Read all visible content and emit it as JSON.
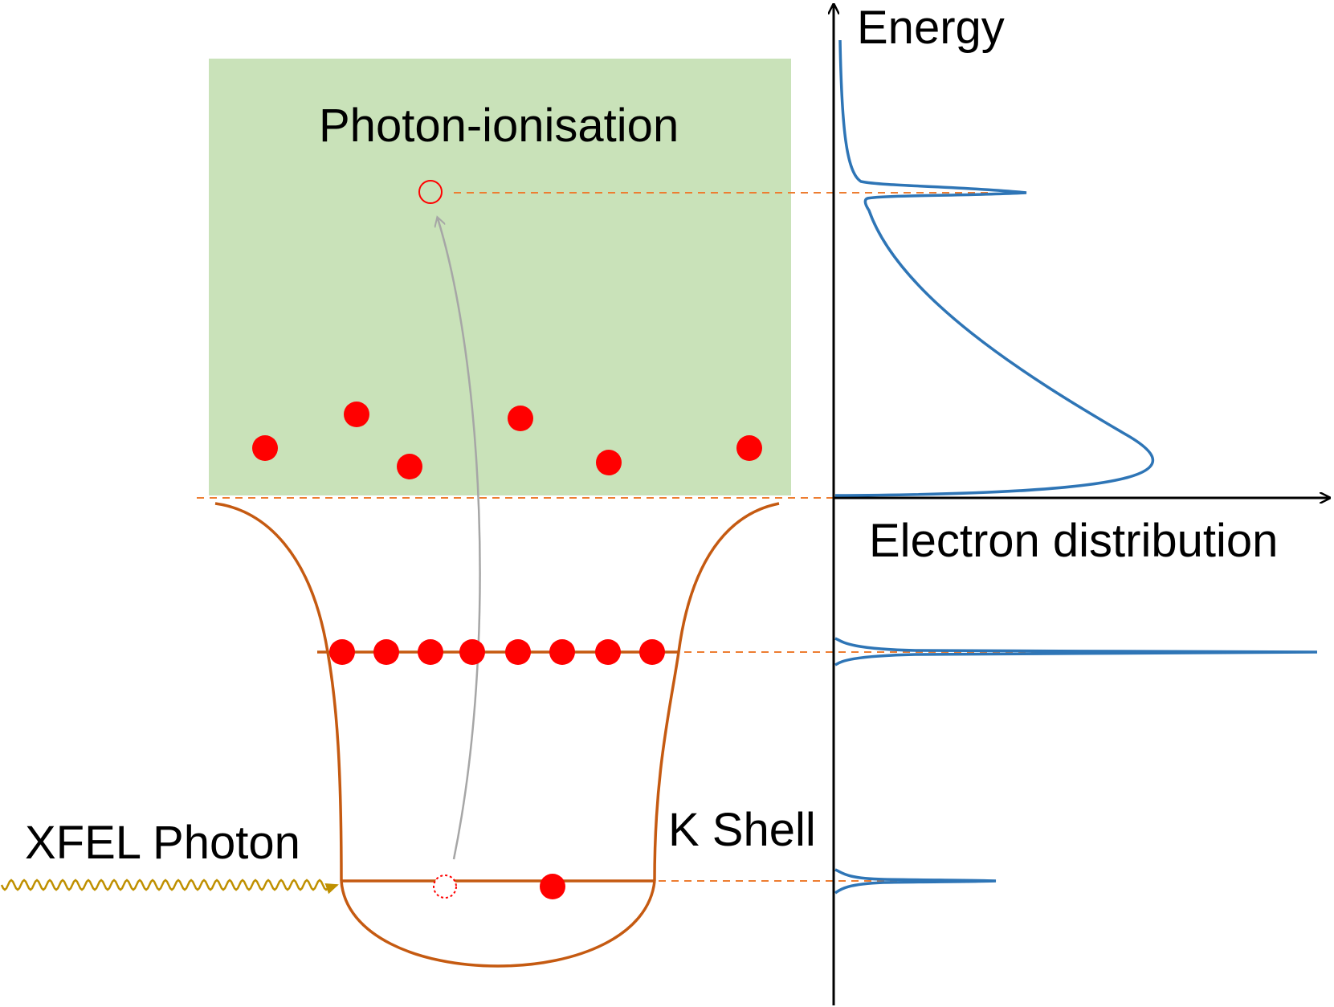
{
  "labels": {
    "energy": "Energy",
    "electron_distribution": "Electron distribution",
    "photon_ionisation": "Photon-ionisation",
    "xfel_photon": "XFEL Photon",
    "k_shell": "K Shell"
  },
  "colors": {
    "continuum_fill": "#c9e2b9",
    "electron": "#ff0000",
    "well": "#c55a11",
    "level_guide": "#ed7d31",
    "distribution_curve": "#2e75b6",
    "excitation_arrow": "#a6a6a6",
    "photon_wave": "#bf9000",
    "axis": "#000000"
  },
  "electrons": {
    "continuum_count": 6,
    "l_shell_count": 8,
    "k_shell_count": 1,
    "k_shell_holes": 1,
    "ionised_holes": 1
  }
}
